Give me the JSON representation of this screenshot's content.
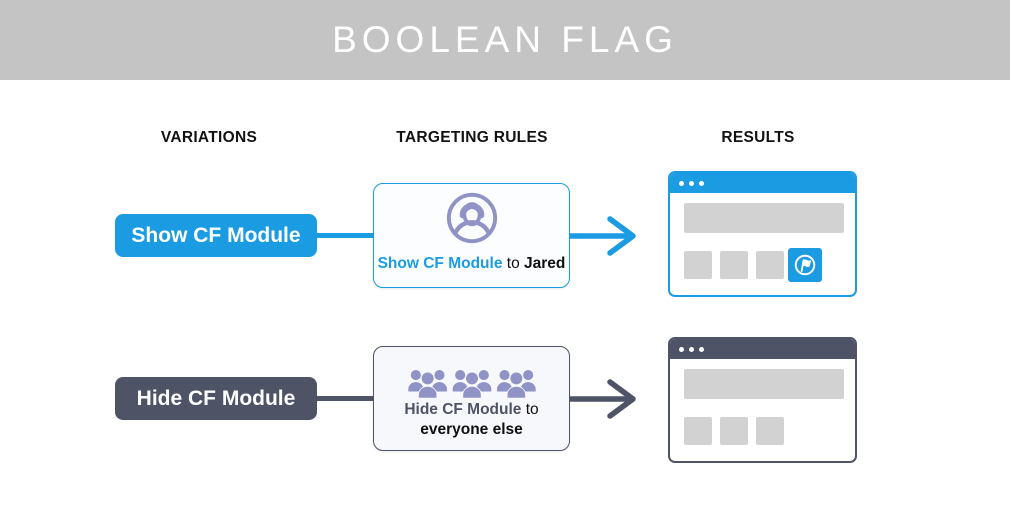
{
  "header": {
    "title": "BOOLEAN FLAG"
  },
  "columns": [
    {
      "label": "VARIATIONS"
    },
    {
      "label": "TARGETING RULES"
    },
    {
      "label": "RESULTS"
    }
  ],
  "colors": {
    "header_bg": "#c4c4c4",
    "accent_blue": "#1b9ce2",
    "accent_slate": "#4f5366",
    "icon_purple": "#8f93c6",
    "placeholder_gray": "#d2d2d3"
  },
  "rows": [
    {
      "variation_label": "Show CF Module",
      "rule": {
        "icon": "user-icon",
        "flag_label": "Show CF Module",
        "connector_word": "to",
        "audience": "Jared"
      },
      "result": {
        "style": "blue-window",
        "has_flag_tile": true
      }
    },
    {
      "variation_label": "Hide CF Module",
      "rule": {
        "icon": "crowd-icon",
        "flag_label": "Hide CF Module",
        "connector_word": "to",
        "audience": "everyone else"
      },
      "result": {
        "style": "slate-window",
        "has_flag_tile": false
      }
    }
  ]
}
